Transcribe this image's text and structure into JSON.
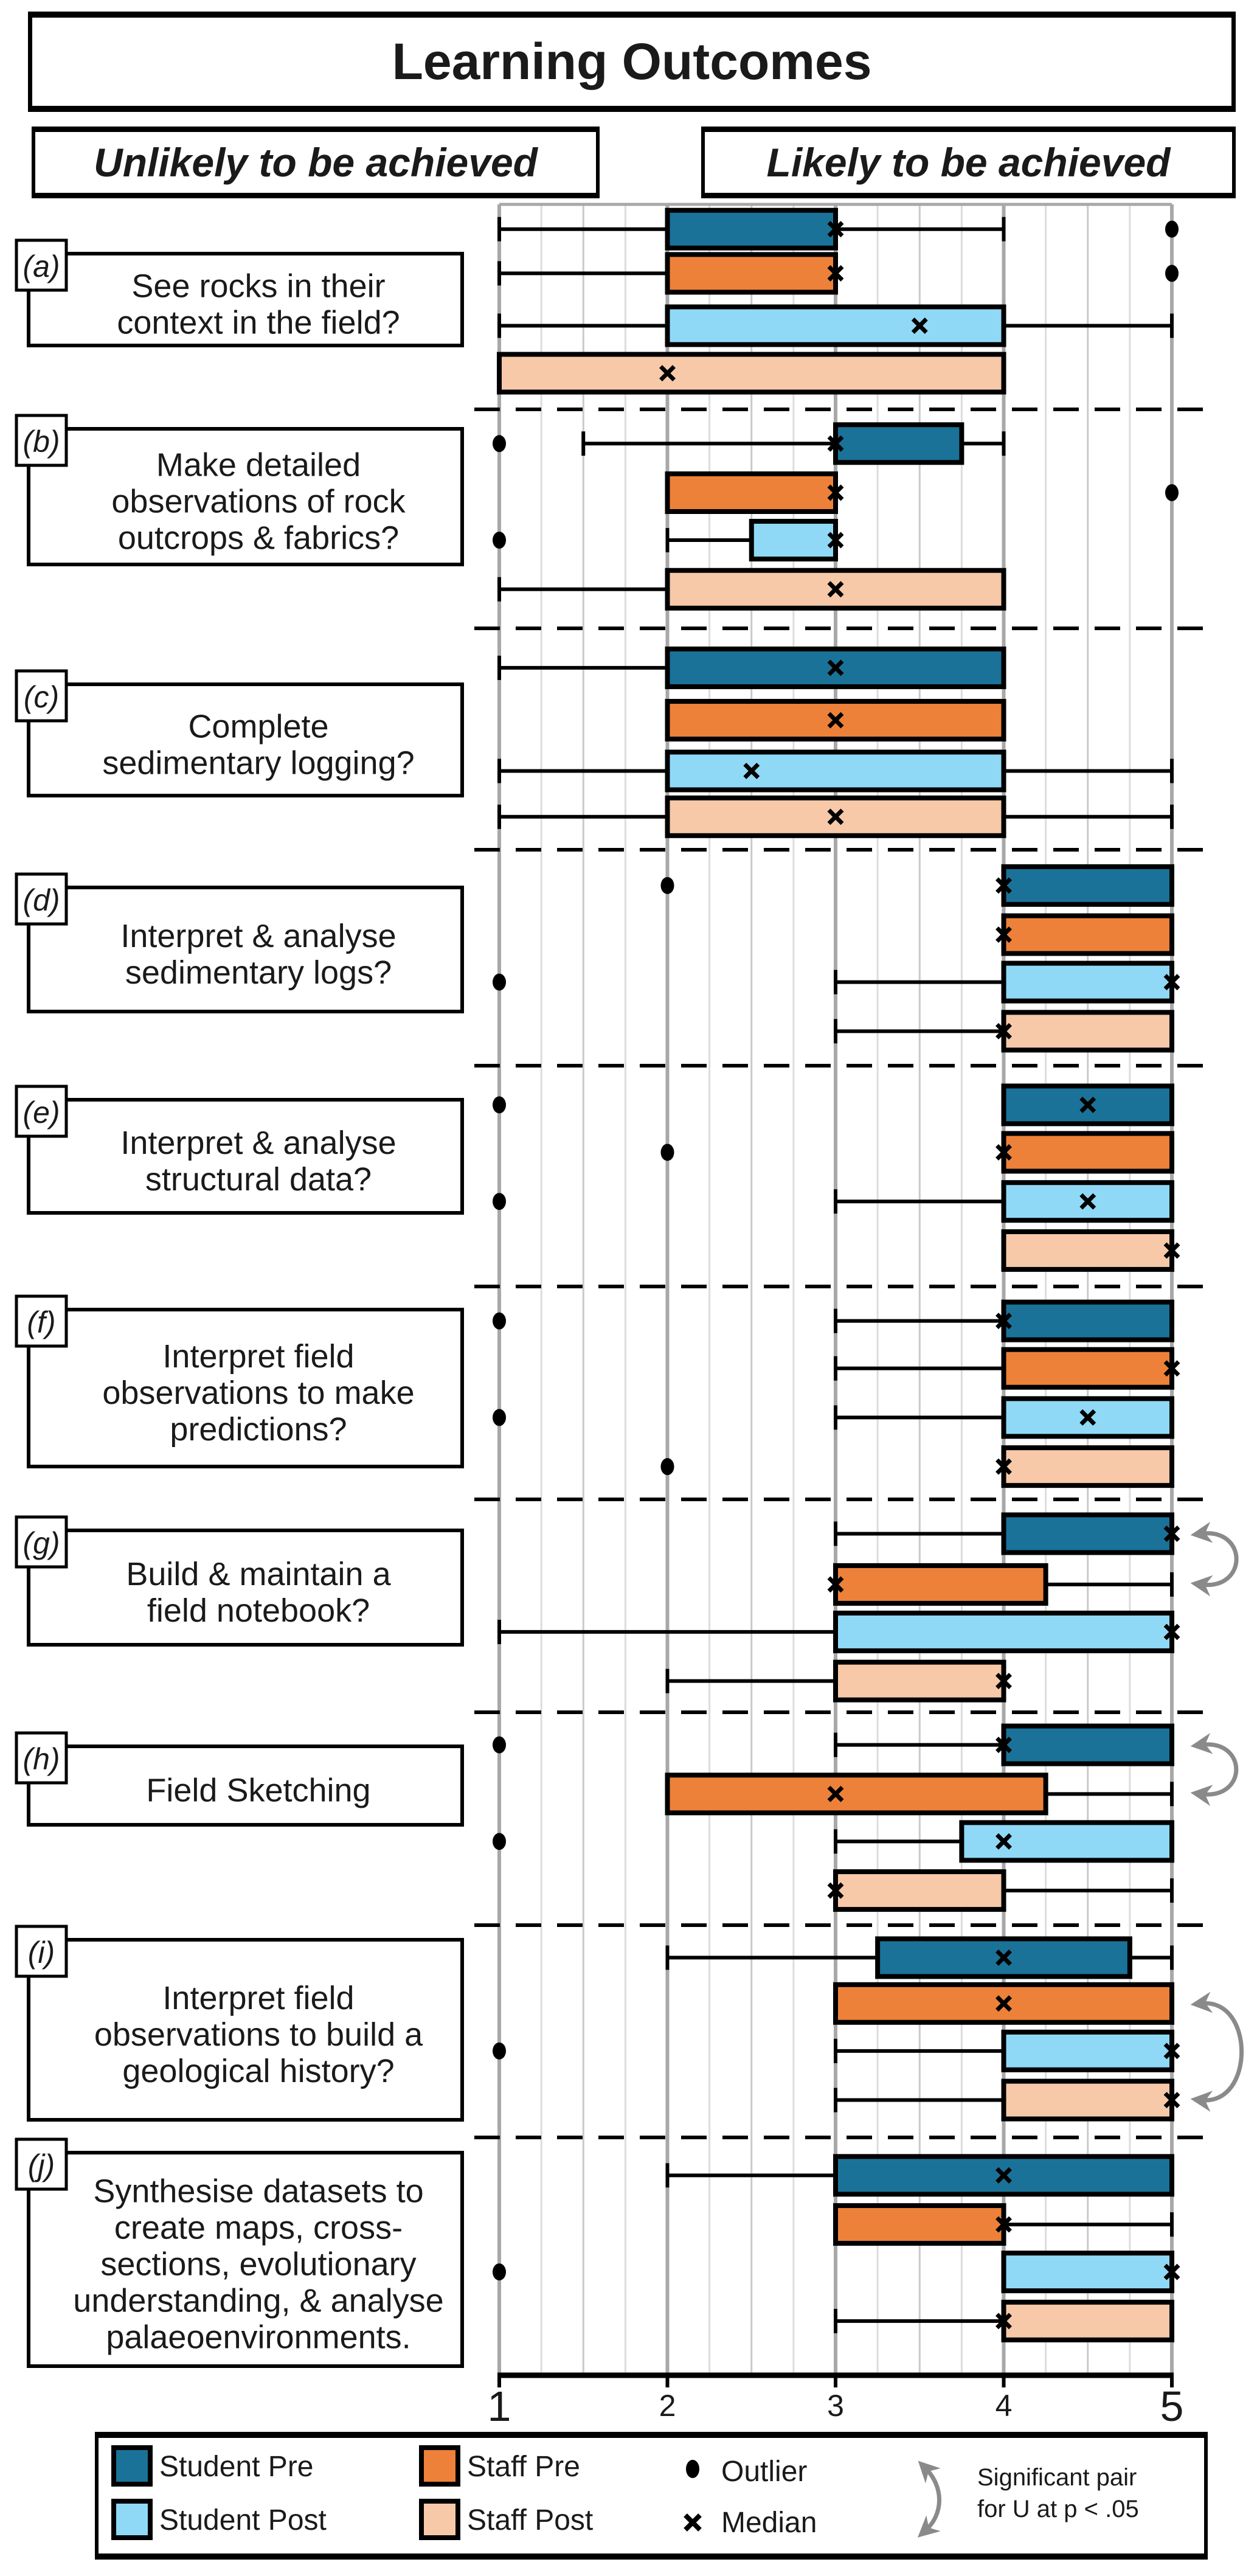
{
  "header": {
    "title": "Learning Outcomes",
    "left_label": "Unlikely to be achieved",
    "right_label": "Likely to be achieved"
  },
  "legend": {
    "student_pre": "Student Pre",
    "student_post": "Student Post",
    "staff_pre": "Staff Pre",
    "staff_post": "Staff Post",
    "outlier": "Outlier",
    "median": "Median",
    "significance_line1": "Significant pair",
    "significance_line2": "for U at p < .05"
  },
  "colors": {
    "student_pre": "#1a7299",
    "staff_pre": "#ed8139",
    "student_post": "#8fd9f7",
    "staff_post": "#f7c9a8",
    "significance_arrow": "#8a8a8a",
    "grid_major": "#a8a8a8",
    "grid_minor": "#dcdcdc"
  },
  "chart_data": {
    "type": "box",
    "orientation": "horizontal",
    "xlim": [
      1,
      5
    ],
    "x_ticks": [
      "1",
      "2",
      "3",
      "4",
      "5"
    ],
    "grid": true,
    "minor_grid_step": 0.25,
    "legend_position": "bottom",
    "series_order": [
      "Student Pre",
      "Staff Pre",
      "Student Post",
      "Staff Post"
    ],
    "categories": [
      {
        "letter": "(a)",
        "lines": [
          "See rocks in their",
          "context in the field?"
        ],
        "boxes": [
          {
            "series": "Student Pre",
            "whisker_low": 1,
            "q1": 2,
            "median": 3,
            "q3": 3,
            "whisker_high": 4,
            "outliers": [
              5
            ]
          },
          {
            "series": "Staff Pre",
            "whisker_low": 1,
            "q1": 2,
            "median": 3,
            "q3": 3,
            "whisker_high": 3,
            "outliers": [
              5
            ]
          },
          {
            "series": "Student Post",
            "whisker_low": 1,
            "q1": 2,
            "median": 3.5,
            "q3": 4,
            "whisker_high": 5,
            "outliers": []
          },
          {
            "series": "Staff Post",
            "whisker_low": 1,
            "q1": 1,
            "median": 2,
            "q3": 4,
            "whisker_high": 4,
            "outliers": []
          }
        ],
        "significant_pairs": []
      },
      {
        "letter": "(b)",
        "lines": [
          "Make detailed",
          "observations of rock",
          "outcrops & fabrics?"
        ],
        "boxes": [
          {
            "series": "Student Pre",
            "whisker_low": 1.5,
            "q1": 3,
            "median": 3,
            "q3": 3.75,
            "whisker_high": 4,
            "outliers": [
              1
            ]
          },
          {
            "series": "Staff Pre",
            "whisker_low": 2,
            "q1": 2,
            "median": 3,
            "q3": 3,
            "whisker_high": 3,
            "outliers": [
              5
            ]
          },
          {
            "series": "Student Post",
            "whisker_low": 2,
            "q1": 2.5,
            "median": 3,
            "q3": 3,
            "whisker_high": 3,
            "outliers": [
              1
            ]
          },
          {
            "series": "Staff Post",
            "whisker_low": 1,
            "q1": 2,
            "median": 3,
            "q3": 4,
            "whisker_high": 4,
            "outliers": []
          }
        ],
        "significant_pairs": []
      },
      {
        "letter": "(c)",
        "lines": [
          "Complete",
          "sedimentary logging?"
        ],
        "boxes": [
          {
            "series": "Student Pre",
            "whisker_low": 1,
            "q1": 2,
            "median": 3,
            "q3": 4,
            "whisker_high": 4,
            "outliers": []
          },
          {
            "series": "Staff Pre",
            "whisker_low": 2,
            "q1": 2,
            "median": 3,
            "q3": 4,
            "whisker_high": 4,
            "outliers": []
          },
          {
            "series": "Student Post",
            "whisker_low": 1,
            "q1": 2,
            "median": 2.5,
            "q3": 4,
            "whisker_high": 5,
            "outliers": []
          },
          {
            "series": "Staff Post",
            "whisker_low": 1,
            "q1": 2,
            "median": 3,
            "q3": 4,
            "whisker_high": 5,
            "outliers": []
          }
        ],
        "significant_pairs": []
      },
      {
        "letter": "(d)",
        "lines": [
          "Interpret & analyse",
          "sedimentary logs?"
        ],
        "boxes": [
          {
            "series": "Student Pre",
            "whisker_low": 4,
            "q1": 4,
            "median": 4,
            "q3": 5,
            "whisker_high": 5,
            "outliers": [
              2
            ]
          },
          {
            "series": "Staff Pre",
            "whisker_low": 4,
            "q1": 4,
            "median": 4,
            "q3": 5,
            "whisker_high": 5,
            "outliers": []
          },
          {
            "series": "Student Post",
            "whisker_low": 3,
            "q1": 4,
            "median": 5,
            "q3": 5,
            "whisker_high": 5,
            "outliers": [
              1
            ]
          },
          {
            "series": "Staff Post",
            "whisker_low": 3,
            "q1": 4,
            "median": 4,
            "q3": 5,
            "whisker_high": 5,
            "outliers": []
          }
        ],
        "significant_pairs": []
      },
      {
        "letter": "(e)",
        "lines": [
          "Interpret & analyse",
          "structural data?"
        ],
        "boxes": [
          {
            "series": "Student Pre",
            "whisker_low": 4,
            "q1": 4,
            "median": 4.5,
            "q3": 5,
            "whisker_high": 5,
            "outliers": [
              1
            ]
          },
          {
            "series": "Staff Pre",
            "whisker_low": 4,
            "q1": 4,
            "median": 4,
            "q3": 5,
            "whisker_high": 5,
            "outliers": [
              2
            ]
          },
          {
            "series": "Student Post",
            "whisker_low": 3,
            "q1": 4,
            "median": 4.5,
            "q3": 5,
            "whisker_high": 5,
            "outliers": [
              1
            ]
          },
          {
            "series": "Staff Post",
            "whisker_low": 4,
            "q1": 4,
            "median": 5,
            "q3": 5,
            "whisker_high": 5,
            "outliers": []
          }
        ],
        "significant_pairs": []
      },
      {
        "letter": "(f)",
        "lines": [
          "Interpret field",
          "observations to make",
          "predictions?"
        ],
        "boxes": [
          {
            "series": "Student Pre",
            "whisker_low": 3,
            "q1": 4,
            "median": 4,
            "q3": 5,
            "whisker_high": 5,
            "outliers": [
              1
            ]
          },
          {
            "series": "Staff Pre",
            "whisker_low": 3,
            "q1": 4,
            "median": 5,
            "q3": 5,
            "whisker_high": 5,
            "outliers": []
          },
          {
            "series": "Student Post",
            "whisker_low": 3,
            "q1": 4,
            "median": 4.5,
            "q3": 5,
            "whisker_high": 5,
            "outliers": [
              1
            ]
          },
          {
            "series": "Staff Post",
            "whisker_low": 4,
            "q1": 4,
            "median": 4,
            "q3": 5,
            "whisker_high": 5,
            "outliers": [
              2
            ]
          }
        ],
        "significant_pairs": []
      },
      {
        "letter": "(g)",
        "lines": [
          "Build & maintain a",
          "field notebook?"
        ],
        "boxes": [
          {
            "series": "Student Pre",
            "whisker_low": 3,
            "q1": 4,
            "median": 5,
            "q3": 5,
            "whisker_high": 5,
            "outliers": []
          },
          {
            "series": "Staff Pre",
            "whisker_low": 3,
            "q1": 3,
            "median": 3,
            "q3": 4.25,
            "whisker_high": 5,
            "outliers": []
          },
          {
            "series": "Student Post",
            "whisker_low": 1,
            "q1": 3,
            "median": 5,
            "q3": 5,
            "whisker_high": 5,
            "outliers": []
          },
          {
            "series": "Staff Post",
            "whisker_low": 2,
            "q1": 3,
            "median": 4,
            "q3": 4,
            "whisker_high": 4,
            "outliers": []
          }
        ],
        "significant_pairs": [
          [
            "Student Pre",
            "Staff Pre"
          ]
        ]
      },
      {
        "letter": "(h)",
        "lines": [
          "Field Sketching"
        ],
        "boxes": [
          {
            "series": "Student Pre",
            "whisker_low": 3,
            "q1": 4,
            "median": 4,
            "q3": 5,
            "whisker_high": 5,
            "outliers": [
              1
            ]
          },
          {
            "series": "Staff Pre",
            "whisker_low": 2,
            "q1": 2,
            "median": 3,
            "q3": 4.25,
            "whisker_high": 5,
            "outliers": []
          },
          {
            "series": "Student Post",
            "whisker_low": 3,
            "q1": 3.75,
            "median": 4,
            "q3": 5,
            "whisker_high": 5,
            "outliers": [
              1
            ]
          },
          {
            "series": "Staff Post",
            "whisker_low": 3,
            "q1": 3,
            "median": 3,
            "q3": 4,
            "whisker_high": 5,
            "outliers": []
          }
        ],
        "significant_pairs": [
          [
            "Student Pre",
            "Staff Pre"
          ]
        ]
      },
      {
        "letter": "(i)",
        "lines": [
          "Interpret field",
          "observations to build a",
          "geological history?"
        ],
        "boxes": [
          {
            "series": "Student Pre",
            "whisker_low": 2,
            "q1": 3.25,
            "median": 4,
            "q3": 4.75,
            "whisker_high": 5,
            "outliers": []
          },
          {
            "series": "Staff Pre",
            "whisker_low": 3,
            "q1": 3,
            "median": 4,
            "q3": 5,
            "whisker_high": 5,
            "outliers": []
          },
          {
            "series": "Student Post",
            "whisker_low": 3,
            "q1": 4,
            "median": 5,
            "q3": 5,
            "whisker_high": 5,
            "outliers": [
              1
            ]
          },
          {
            "series": "Staff Post",
            "whisker_low": 3,
            "q1": 4,
            "median": 5,
            "q3": 5,
            "whisker_high": 5,
            "outliers": []
          }
        ],
        "significant_pairs": [
          [
            "Staff Pre",
            "Staff Post"
          ]
        ]
      },
      {
        "letter": "(j)",
        "lines": [
          "Synthesise datasets to",
          "create maps, cross-",
          "sections, evolutionary",
          "understanding, & analyse",
          "palaeoenvironments."
        ],
        "boxes": [
          {
            "series": "Student Pre",
            "whisker_low": 2,
            "q1": 3,
            "median": 4,
            "q3": 5,
            "whisker_high": 5,
            "outliers": []
          },
          {
            "series": "Staff Pre",
            "whisker_low": 3,
            "q1": 3,
            "median": 4,
            "q3": 4,
            "whisker_high": 5,
            "outliers": []
          },
          {
            "series": "Student Post",
            "whisker_low": 4,
            "q1": 4,
            "median": 5,
            "q3": 5,
            "whisker_high": 5,
            "outliers": [
              1
            ]
          },
          {
            "series": "Staff Post",
            "whisker_low": 3,
            "q1": 4,
            "median": 4,
            "q3": 5,
            "whisker_high": 5,
            "outliers": []
          }
        ],
        "significant_pairs": []
      }
    ]
  }
}
